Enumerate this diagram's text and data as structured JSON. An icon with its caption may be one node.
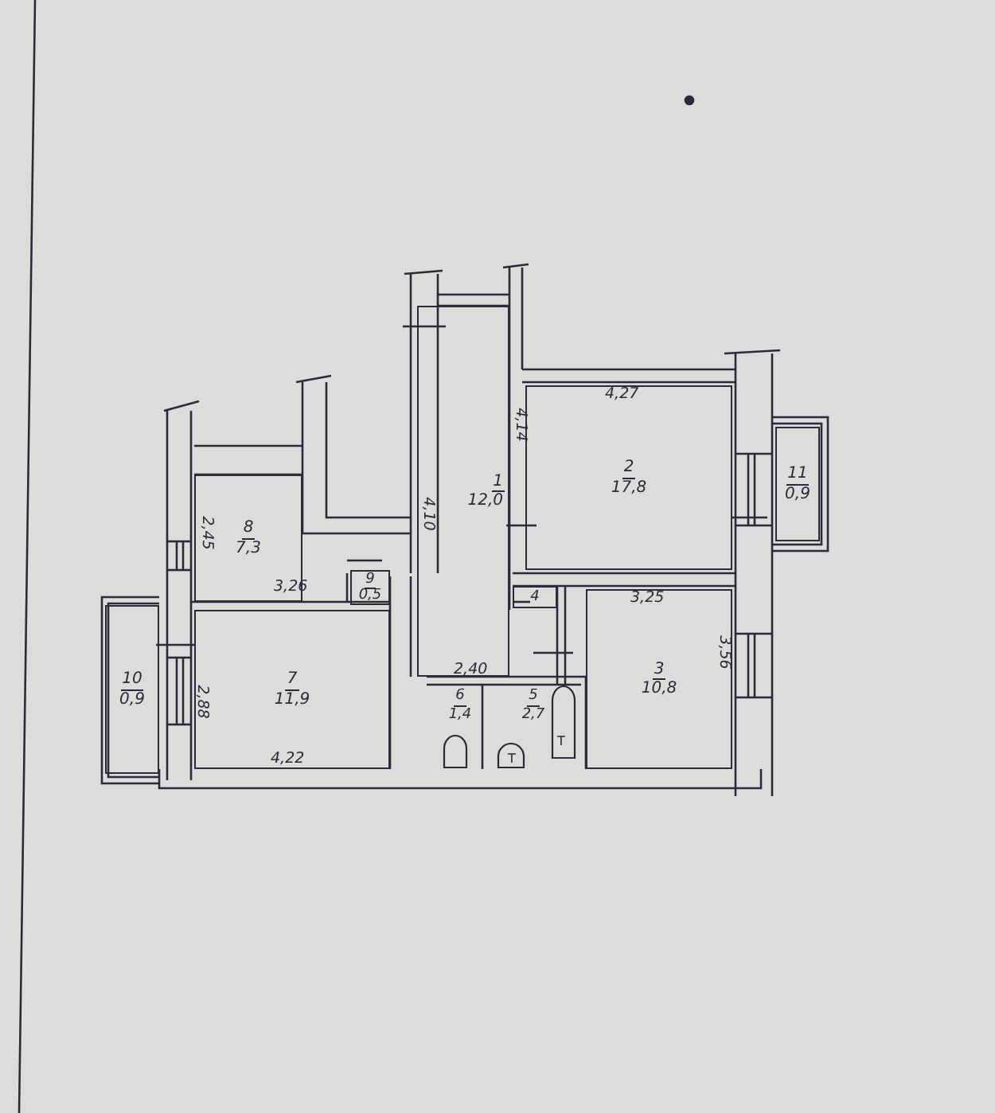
{
  "diagram": {
    "nodes": [
      {
        "text": [
          "1",
          "12,0"
        ]
      },
      {
        "text": [
          "2",
          "17,8"
        ]
      },
      {
        "text": [
          "3",
          "10,8"
        ]
      },
      {
        "text": [
          "4"
        ]
      },
      {
        "text": [
          "5",
          "2,7"
        ]
      },
      {
        "text": [
          "6",
          "1,4"
        ]
      },
      {
        "text": [
          "7",
          "11,9"
        ]
      },
      {
        "text": [
          "8",
          "7,3"
        ]
      },
      {
        "text": [
          "9",
          "0,5"
        ]
      },
      {
        "text": [
          "10",
          "0,9"
        ]
      },
      {
        "text": [
          "11",
          "0,9"
        ]
      }
    ],
    "edges": [],
    "labels": [
      "4,27",
      "4,14",
      "4,10",
      "2,45",
      "3,26",
      "3,25",
      "3,56",
      "2,40",
      "2,88",
      "4,22",
      "Т",
      "Т"
    ]
  }
}
